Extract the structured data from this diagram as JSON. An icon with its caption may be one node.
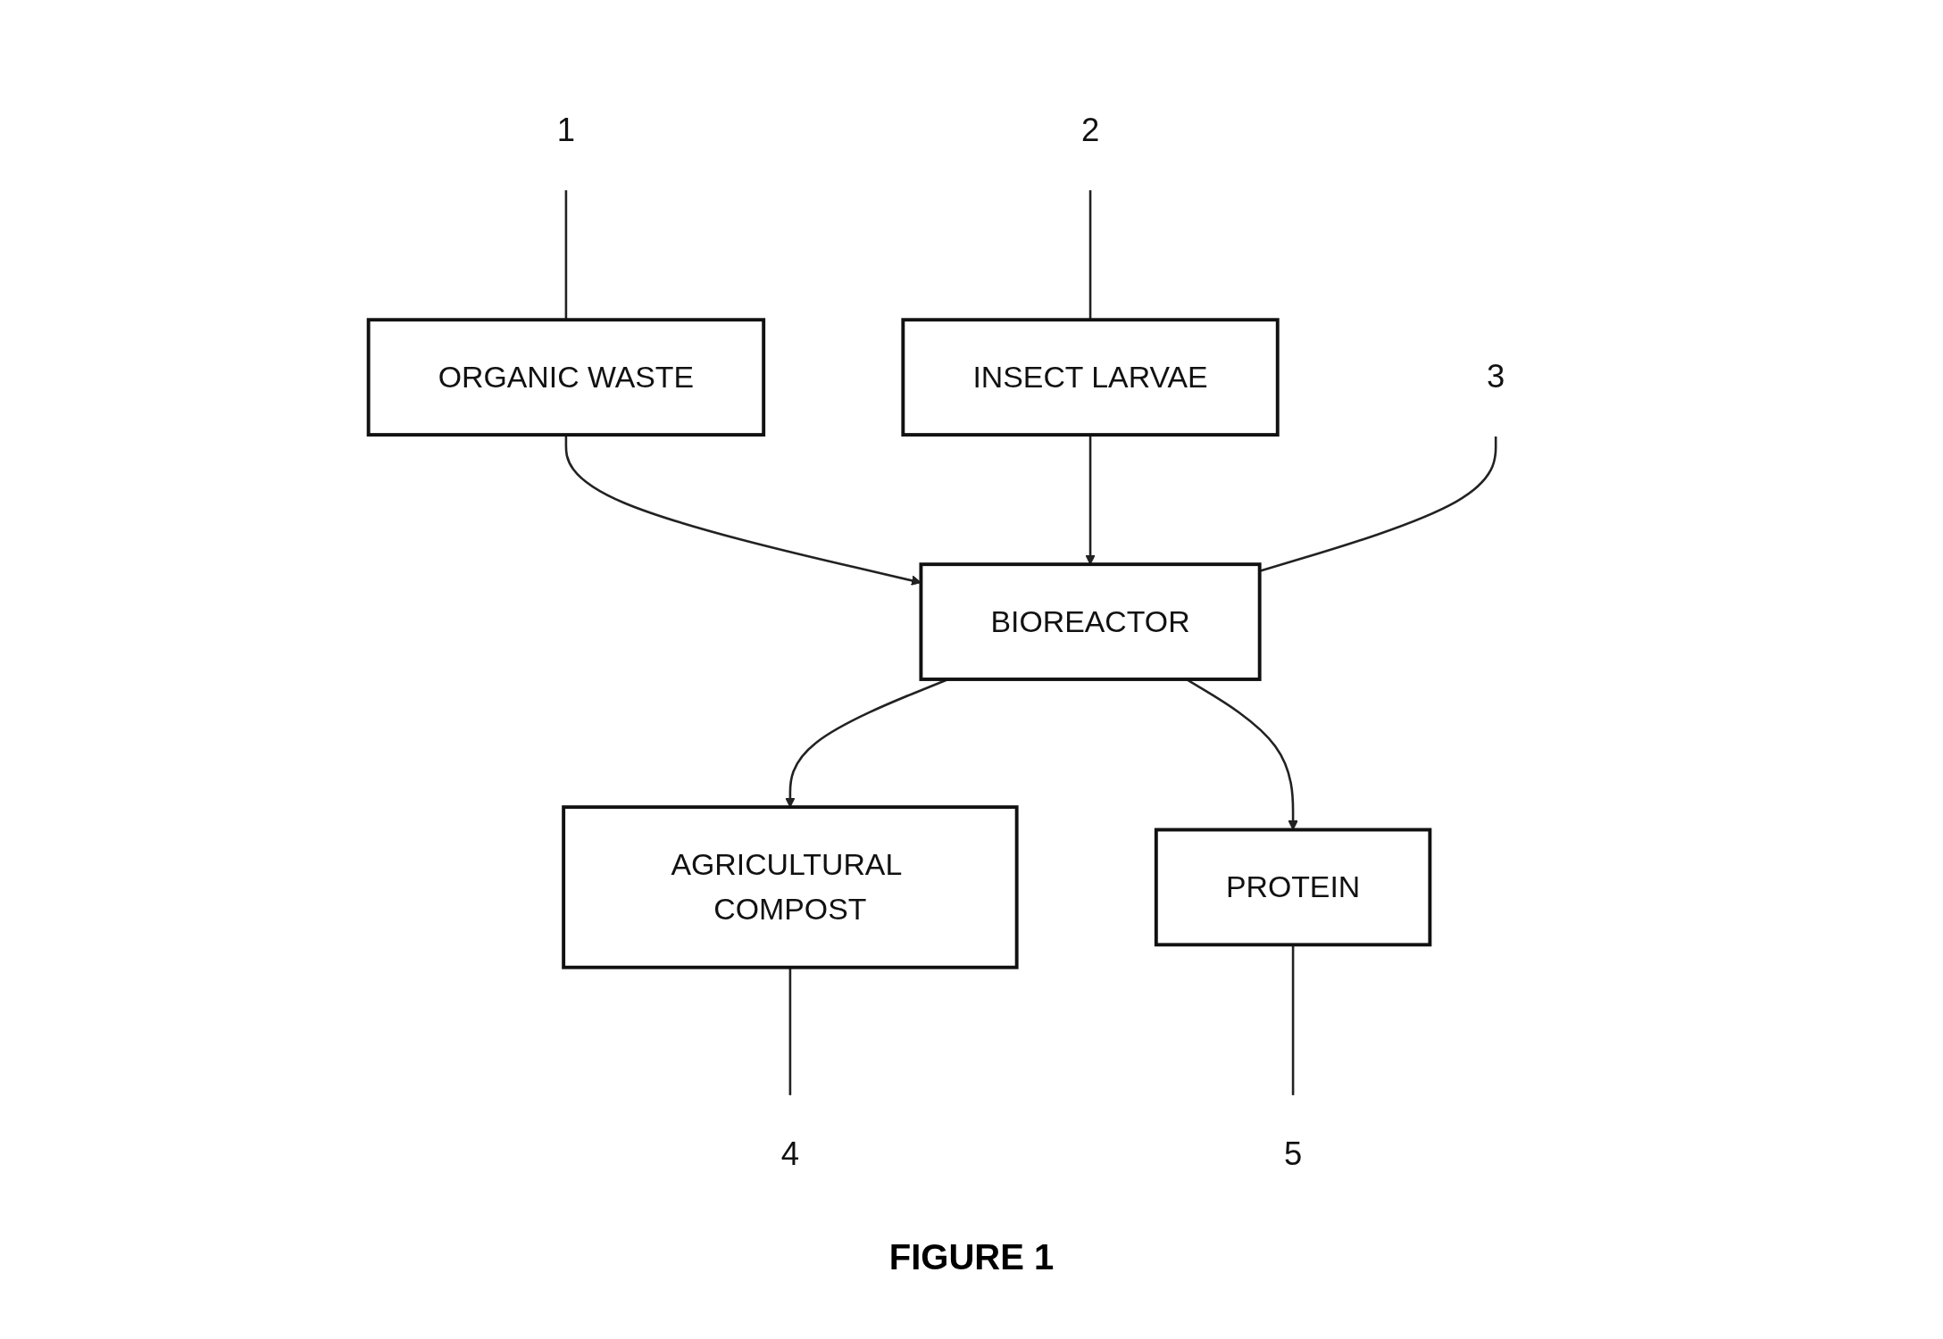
{
  "diagram": {
    "nodes": [
      {
        "text": [
          "1"
        ]
      },
      {
        "text": [
          "2"
        ]
      },
      {
        "text": [
          "ORGANIC WASTE"
        ]
      },
      {
        "text": [
          "INSECT LARVAE"
        ]
      },
      {
        "text": [
          "3"
        ]
      },
      {
        "text": [
          "BIOREACTOR"
        ]
      },
      {
        "text": [
          "AGRICULTURAL COMPOST"
        ]
      },
      {
        "text": [
          "PROTEIN"
        ]
      },
      {
        "text": [
          "4"
        ]
      },
      {
        "text": [
          "5"
        ]
      }
    ],
    "edges": [
      {
        "from": 0,
        "to": 2,
        "arrow": "none"
      },
      {
        "from": 1,
        "to": 3,
        "arrow": "none"
      },
      {
        "from": 2,
        "to": 5,
        "arrow": "to"
      },
      {
        "from": 3,
        "to": 5,
        "arrow": "to"
      },
      {
        "from": 4,
        "to": 5,
        "arrow": "none"
      },
      {
        "from": 5,
        "to": 6,
        "arrow": "to"
      },
      {
        "from": 5,
        "to": 7,
        "arrow": "to"
      },
      {
        "from": 6,
        "to": 8,
        "arrow": "none"
      },
      {
        "from": 7,
        "to": 9,
        "arrow": "none"
      }
    ],
    "caption": "FIGURE 1"
  }
}
